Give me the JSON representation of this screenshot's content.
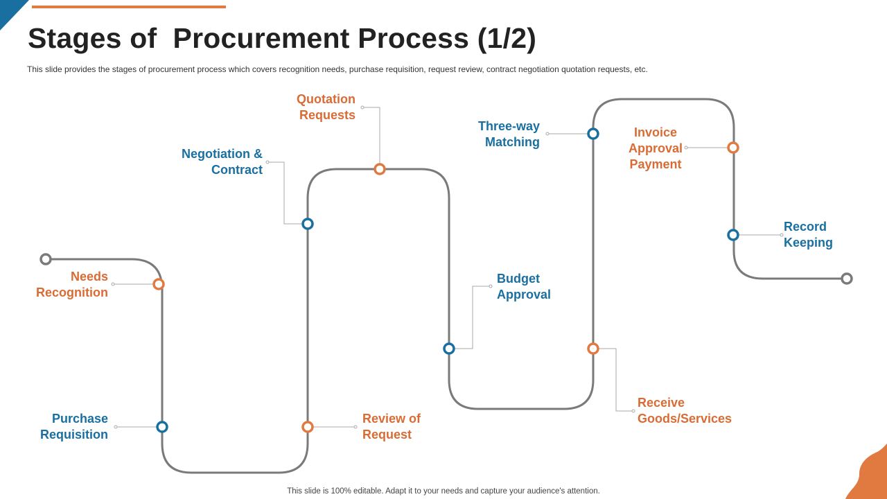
{
  "title": "Stages of  Procurement Process (1/2)",
  "subtitle": "This slide provides the stages of procurement process which covers recognition needs, purchase requisition, request review, contract negotiation quotation requests, etc.",
  "footer": "This slide is 100% editable. Adapt it to your needs and capture your audience's attention.",
  "colors": {
    "accent_orange": "#E07A40",
    "accent_blue": "#1A6FA1",
    "path_gray": "#7A7A7A"
  },
  "stages": [
    {
      "id": "needs-recognition",
      "label": "Needs\nRecognition",
      "color": "orange"
    },
    {
      "id": "purchase-requisition",
      "label": "Purchase\nRequisition",
      "color": "blue"
    },
    {
      "id": "review-of-request",
      "label": "Review of\nRequest",
      "color": "orange"
    },
    {
      "id": "negotiation-contract",
      "label": "Negotiation &\nContract",
      "color": "blue"
    },
    {
      "id": "quotation-requests",
      "label": "Quotation\nRequests",
      "color": "orange"
    },
    {
      "id": "budget-approval",
      "label": "Budget\nApproval",
      "color": "blue"
    },
    {
      "id": "receive-goods-services",
      "label": "Receive\nGoods/Services",
      "color": "orange"
    },
    {
      "id": "three-way-matching",
      "label": "Three-way\nMatching",
      "color": "blue"
    },
    {
      "id": "invoice-approval-payment",
      "label": "Invoice\nApproval\nPayment",
      "color": "orange"
    },
    {
      "id": "record-keeping",
      "label": "Record\nKeeping",
      "color": "blue"
    }
  ]
}
